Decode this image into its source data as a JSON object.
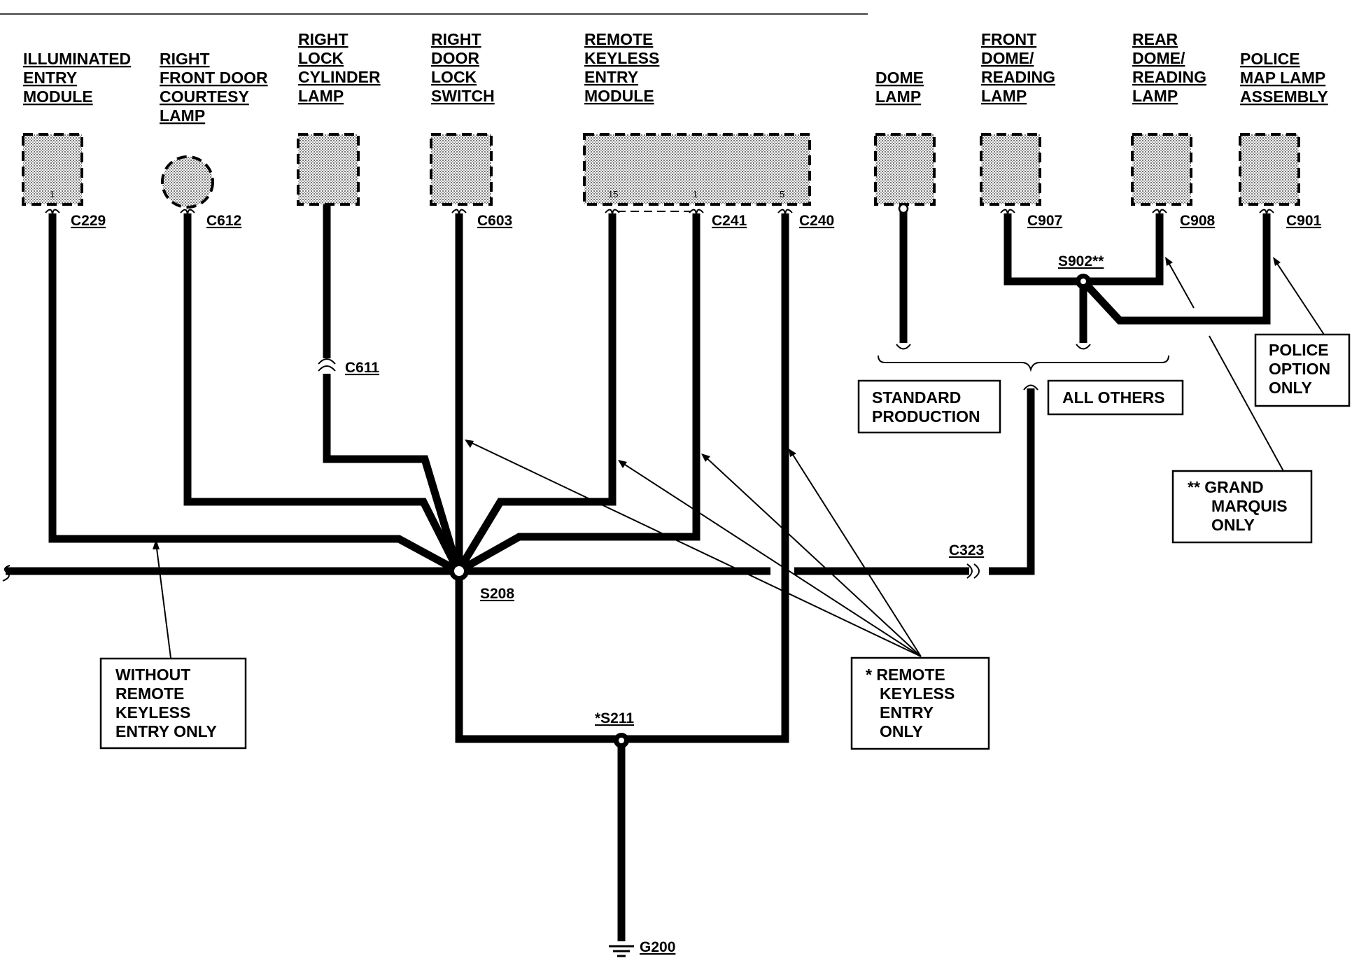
{
  "components": {
    "illuminated_entry_module": [
      "ILLUMINATED",
      "ENTRY",
      "MODULE"
    ],
    "right_front_door_courtesy_lamp": [
      "RIGHT",
      "FRONT DOOR",
      "COURTESY",
      "LAMP"
    ],
    "right_lock_cylinder_lamp": [
      "RIGHT",
      "LOCK",
      "CYLINDER",
      "LAMP"
    ],
    "right_door_lock_switch": [
      "RIGHT",
      "DOOR",
      "LOCK",
      "SWITCH"
    ],
    "remote_keyless_entry_module": [
      "REMOTE",
      "KEYLESS",
      "ENTRY",
      "MODULE"
    ],
    "dome_lamp": [
      "DOME",
      "LAMP"
    ],
    "front_dome_reading_lamp": [
      "FRONT",
      "DOME/",
      "READING",
      "LAMP"
    ],
    "rear_dome_reading_lamp": [
      "REAR",
      "DOME/",
      "READING",
      "LAMP"
    ],
    "police_map_lamp_assembly": [
      "POLICE",
      "MAP LAMP",
      "ASSEMBLY"
    ]
  },
  "pins": {
    "illuminated_entry": "1",
    "rke_15": "15",
    "rke_1": "1",
    "rke_5": "5"
  },
  "connectors": {
    "c229": "C229",
    "c612": "C612",
    "c603": "C603",
    "c241": "C241",
    "c240": "C240",
    "c907": "C907",
    "c908": "C908",
    "c901": "C901",
    "c611": "C611",
    "c323": "C323"
  },
  "splices": {
    "s208": "S208",
    "s211": "*S211",
    "s902": "S902**"
  },
  "ground": "G200",
  "notes": {
    "standard_production": [
      "STANDARD",
      "PRODUCTION"
    ],
    "all_others": [
      "ALL OTHERS"
    ],
    "police_option": [
      "POLICE",
      "OPTION",
      "ONLY"
    ],
    "grand_marquis": [
      "** GRAND",
      "MARQUIS",
      "ONLY"
    ],
    "without_rke": [
      "WITHOUT",
      "REMOTE",
      "KEYLESS",
      "ENTRY ONLY"
    ],
    "rke_only": [
      "* REMOTE",
      "KEYLESS",
      "ENTRY",
      "ONLY"
    ]
  }
}
